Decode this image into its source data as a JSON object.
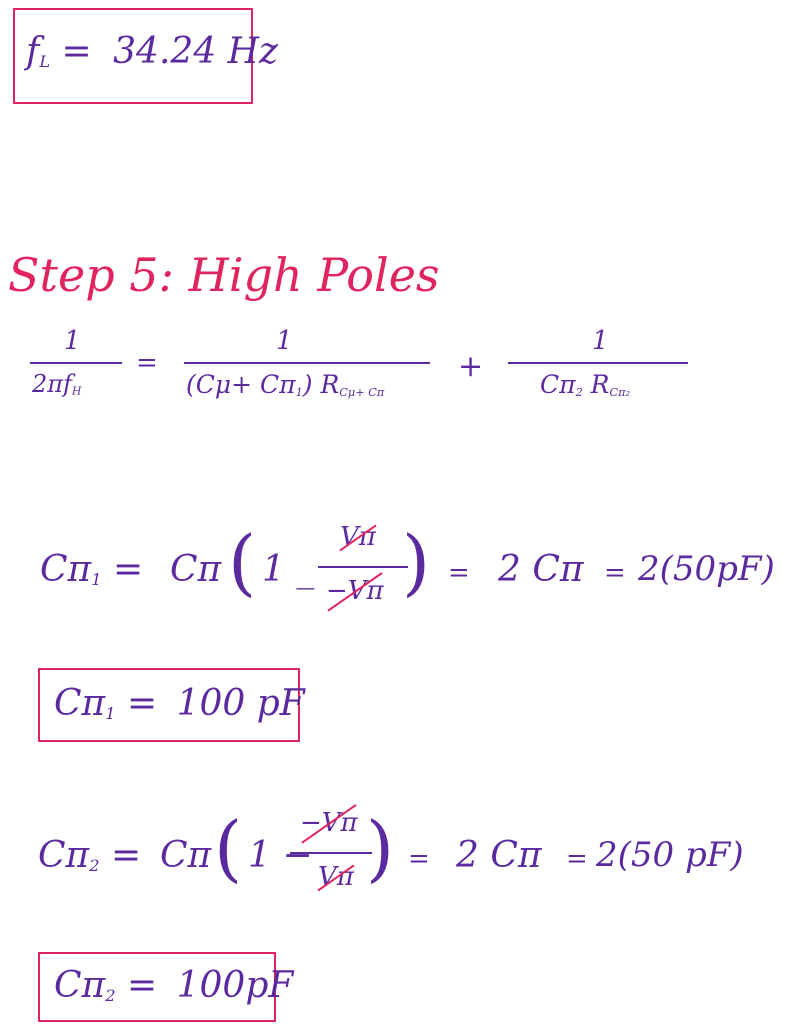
{
  "fl_result": {
    "lhs": "f",
    "lhs_sub": "L",
    "eq": "=",
    "value": "34.24 Hz"
  },
  "heading": "Step 5: High Poles",
  "main_equation": {
    "lhs_num": "1",
    "lhs_den": "2πf",
    "lhs_den_sub": "H",
    "eq": "=",
    "t1_num": "1",
    "t1_den": "(Cμ+ Cπ",
    "t1_den_sub1": "1",
    "t1_den_close": ") R",
    "t1_den_sub2": "Cμ+ Cπ",
    "plus": "+",
    "t2_num": "1",
    "t2_den": "Cπ",
    "t2_den_sub1": "2",
    "t2_den_r": " R",
    "t2_den_sub2": "Cπ₂"
  },
  "cpi1_equation": {
    "lhs": "Cπ",
    "lhs_sub": "1",
    "eq": "=",
    "factor": "Cπ",
    "one_minus": "1 _",
    "num": "Vπ",
    "den": "−Vπ",
    "eq2": "=",
    "mid": "2 Cπ",
    "eq3": "=",
    "rhs": "2(50pF)"
  },
  "cpi1_result": {
    "lhs": "Cπ",
    "lhs_sub": "1",
    "eq": "=",
    "value": "100 pF"
  },
  "cpi2_equation": {
    "lhs": "Cπ",
    "lhs_sub": "2",
    "eq": "=",
    "factor": "Cπ",
    "one_minus": "1 −",
    "num": "−Vπ",
    "den": "Vπ",
    "eq2": "=",
    "mid": "2 Cπ",
    "eq3": "=",
    "rhs": "2(50 pF)"
  },
  "cpi2_result": {
    "lhs": "Cπ",
    "lhs_sub": "2",
    "eq": "=",
    "value": "100pF"
  },
  "colors": {
    "purple_ink": "#5b2a9e",
    "red_ink": "#e0245e"
  }
}
